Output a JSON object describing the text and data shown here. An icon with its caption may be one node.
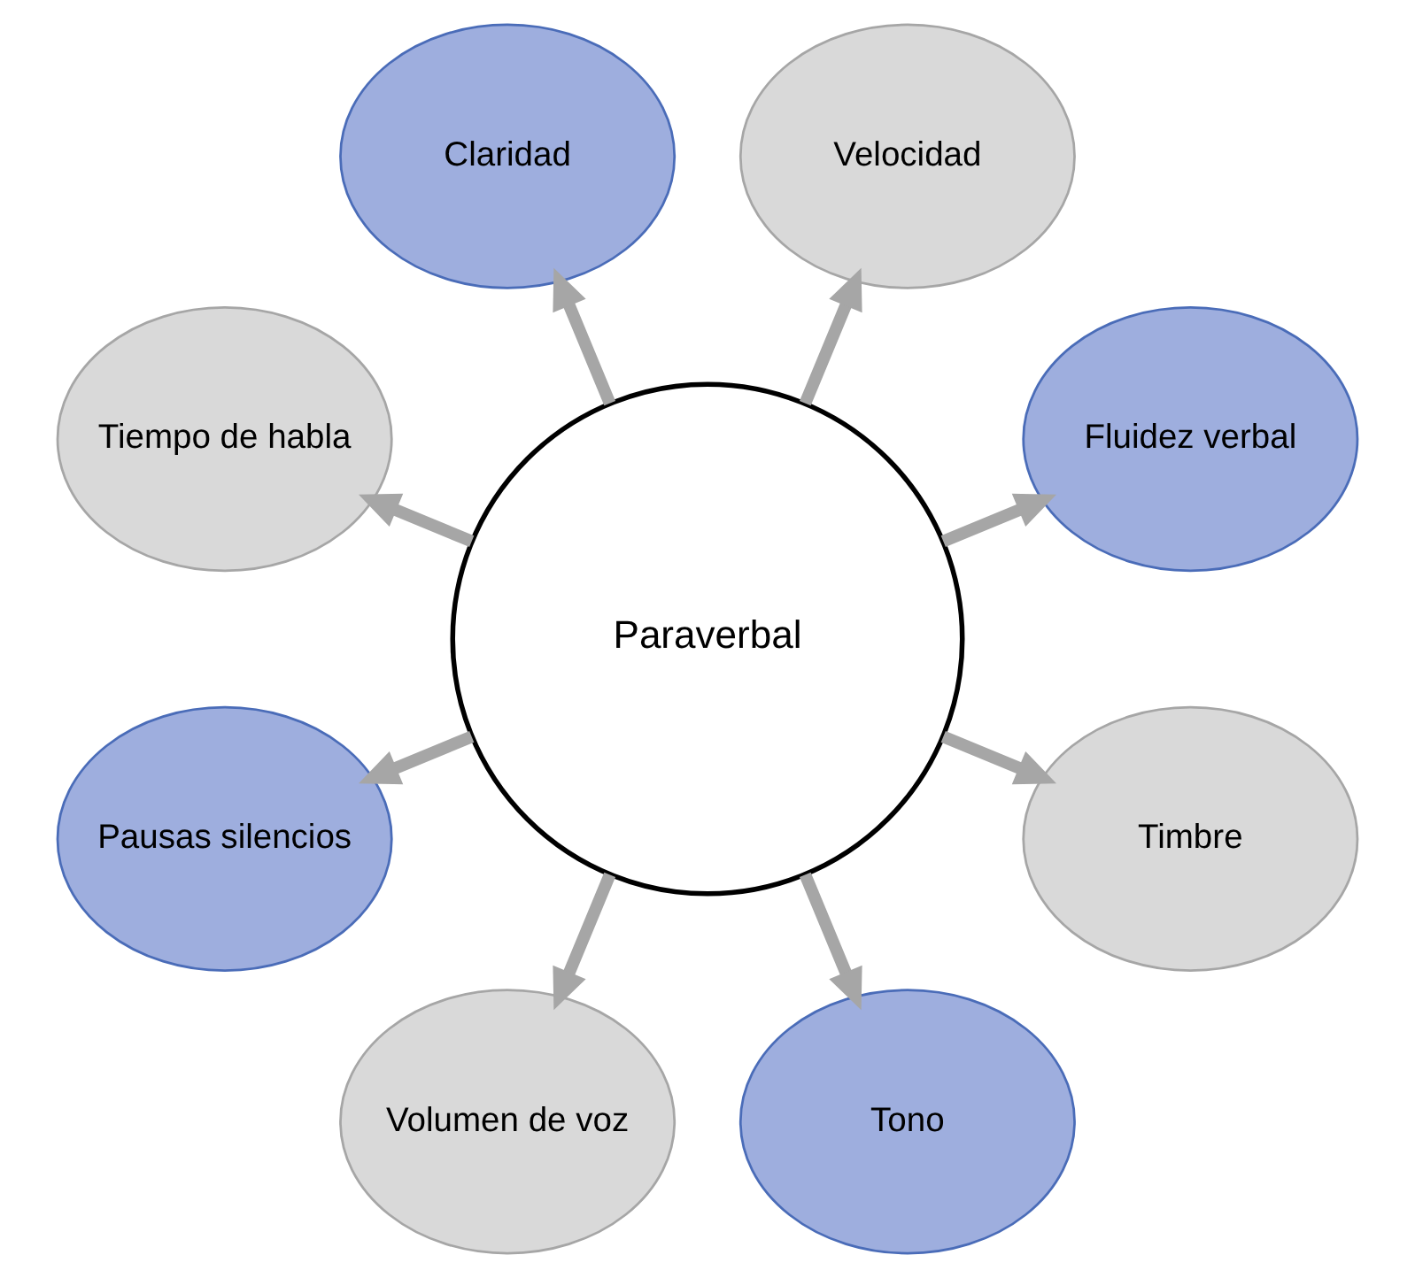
{
  "diagram": {
    "nodes": [
      {
        "text": [
          "Paraverbal"
        ]
      },
      {
        "text": [
          "Fluidez verbal"
        ]
      },
      {
        "text": [
          "Velocidad"
        ]
      },
      {
        "text": [
          "Claridad"
        ]
      },
      {
        "text": [
          "Tiempo de habla"
        ]
      },
      {
        "text": [
          "Pausas silencios"
        ]
      },
      {
        "text": [
          "Volumen de voz"
        ]
      },
      {
        "text": [
          "Tono"
        ]
      },
      {
        "text": [
          "Timbre"
        ]
      }
    ],
    "edges": [
      {
        "from": 0,
        "to": 1,
        "arrow": "to"
      },
      {
        "from": 0,
        "to": 2,
        "arrow": "to"
      },
      {
        "from": 0,
        "to": 3,
        "arrow": "to"
      },
      {
        "from": 0,
        "to": 4,
        "arrow": "to"
      },
      {
        "from": 0,
        "to": 5,
        "arrow": "to"
      },
      {
        "from": 0,
        "to": 6,
        "arrow": "to"
      },
      {
        "from": 0,
        "to": 7,
        "arrow": "to"
      },
      {
        "from": 0,
        "to": 8,
        "arrow": "to"
      }
    ]
  }
}
